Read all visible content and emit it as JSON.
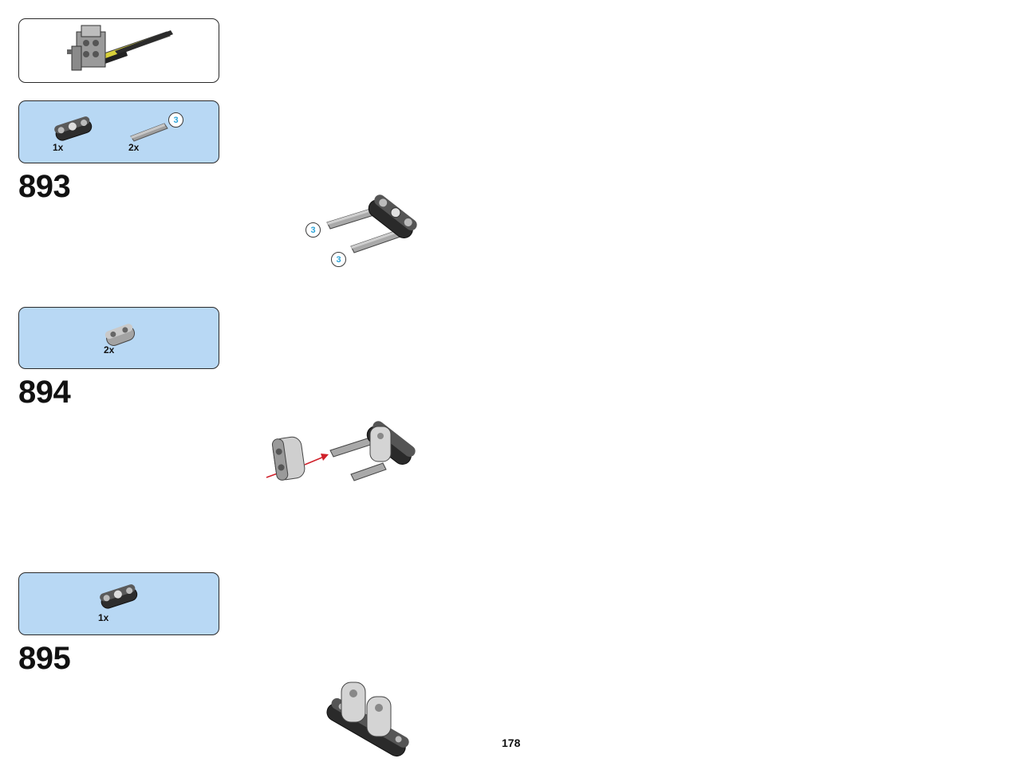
{
  "submodel_preview": {
    "label": "submodel-reference"
  },
  "steps": [
    {
      "number": "893",
      "parts": [
        {
          "name": "connector-beam",
          "qty": "1x"
        },
        {
          "name": "axle-3",
          "qty": "2x",
          "callout": "3"
        }
      ],
      "callouts": [
        "3",
        "3"
      ]
    },
    {
      "number": "894",
      "parts": [
        {
          "name": "axle-pin-connector",
          "qty": "2x"
        }
      ]
    },
    {
      "number": "895",
      "parts": [
        {
          "name": "connector-beam",
          "qty": "1x"
        }
      ]
    }
  ],
  "page_number": "178",
  "colors": {
    "parts_box": "#b8d8f4",
    "callout_text": "#2aa3d8",
    "arrow": "#d0202a",
    "axle_yellow": "#d8d13a"
  }
}
